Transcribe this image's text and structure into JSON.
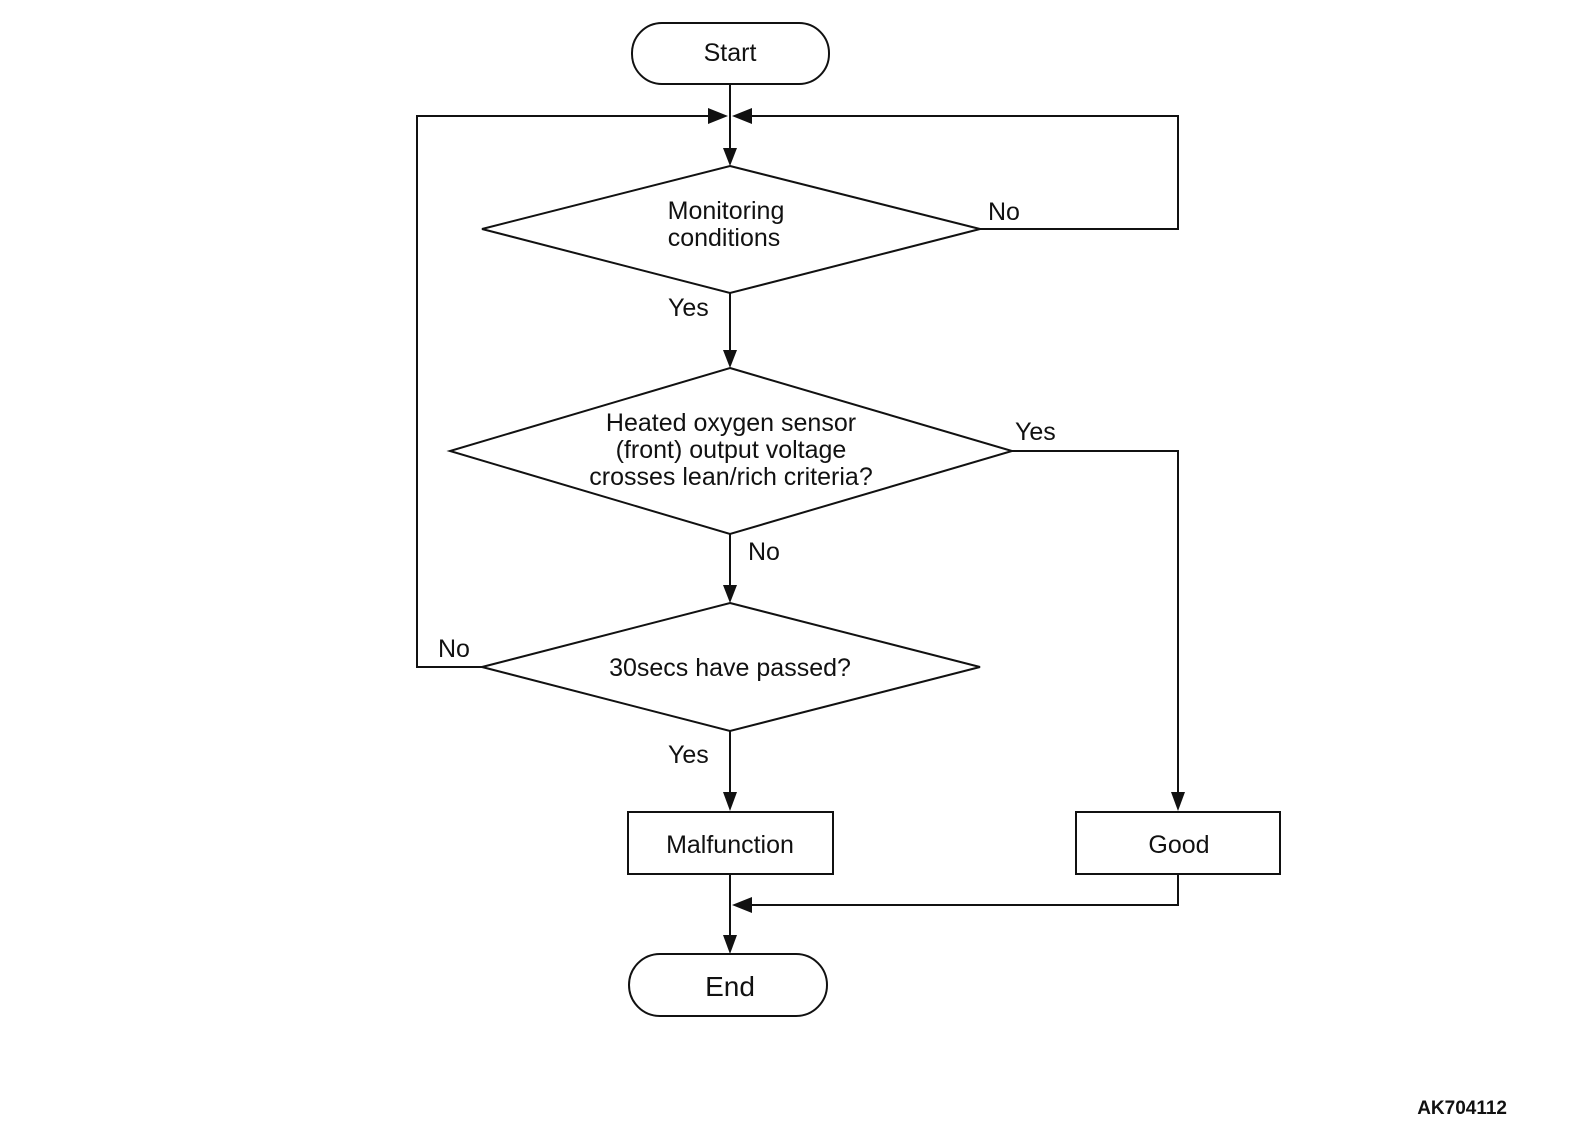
{
  "nodes": {
    "start": "Start",
    "monitoring_line1": "Monitoring",
    "monitoring_line2": "conditions",
    "sensor_line1": "Heated oxygen sensor",
    "sensor_line2": "(front) output voltage",
    "sensor_line3": "crosses lean/rich criteria?",
    "timer": "30secs have passed?",
    "malfunction": "Malfunction",
    "good": "Good",
    "end": "End"
  },
  "edges": {
    "monitoring_no": "No",
    "monitoring_yes": "Yes",
    "sensor_yes": "Yes",
    "sensor_no": "No",
    "timer_no": "No",
    "timer_yes": "Yes"
  },
  "figure_code": "AK704112"
}
